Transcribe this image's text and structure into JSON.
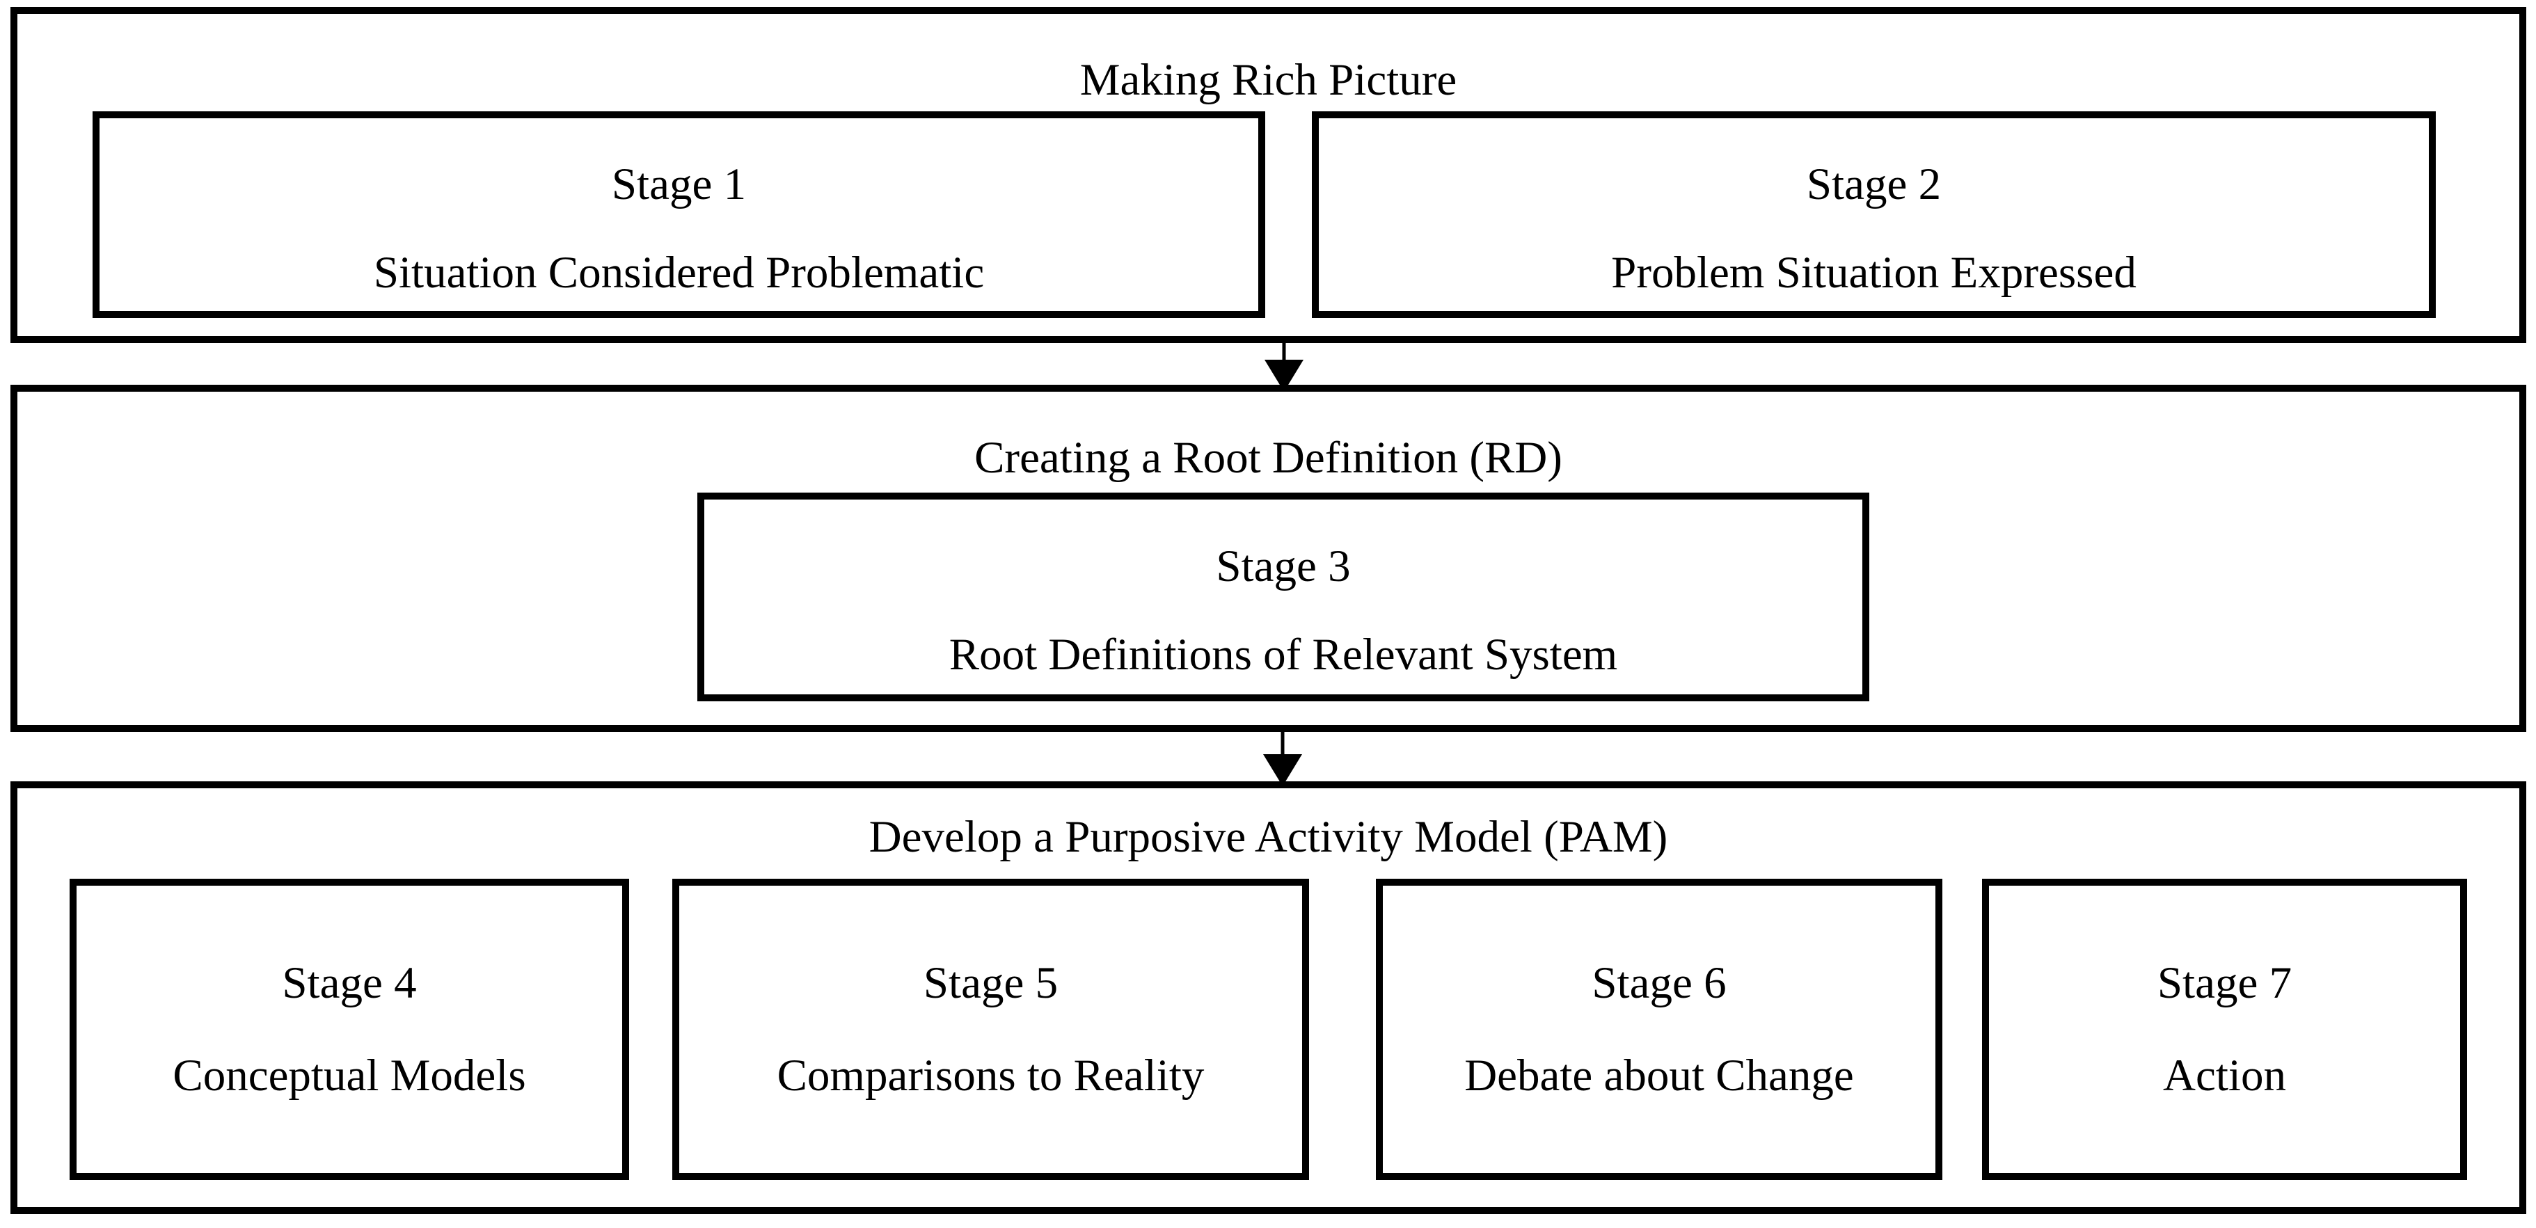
{
  "diagram": {
    "background_color": "#ffffff",
    "line_color": "#000000",
    "text_color": "#000000",
    "sections": [
      {
        "id": "rich-picture",
        "title": "Making Rich Picture",
        "stages": [
          {
            "label": "Stage 1",
            "description": "Situation Considered Problematic"
          },
          {
            "label": "Stage 2",
            "description": "Problem Situation Expressed"
          }
        ]
      },
      {
        "id": "root-definition",
        "title": "Creating a Root Definition (RD)",
        "stages": [
          {
            "label": "Stage 3",
            "description": "Root Definitions of Relevant System"
          }
        ]
      },
      {
        "id": "purposive-activity-model",
        "title": "Develop a Purposive Activity Model (PAM)",
        "stages": [
          {
            "label": "Stage 4",
            "description": "Conceptual Models"
          },
          {
            "label": "Stage 5",
            "description": "Comparisons to Reality"
          },
          {
            "label": "Stage 6",
            "description": "Debate about Change"
          },
          {
            "label": "Stage 7",
            "description": "Action"
          }
        ]
      }
    ],
    "connectors": [
      {
        "from": "rich-picture",
        "to": "root-definition",
        "direction": "down"
      },
      {
        "from": "root-definition",
        "to": "purposive-activity-model",
        "direction": "down"
      }
    ]
  }
}
